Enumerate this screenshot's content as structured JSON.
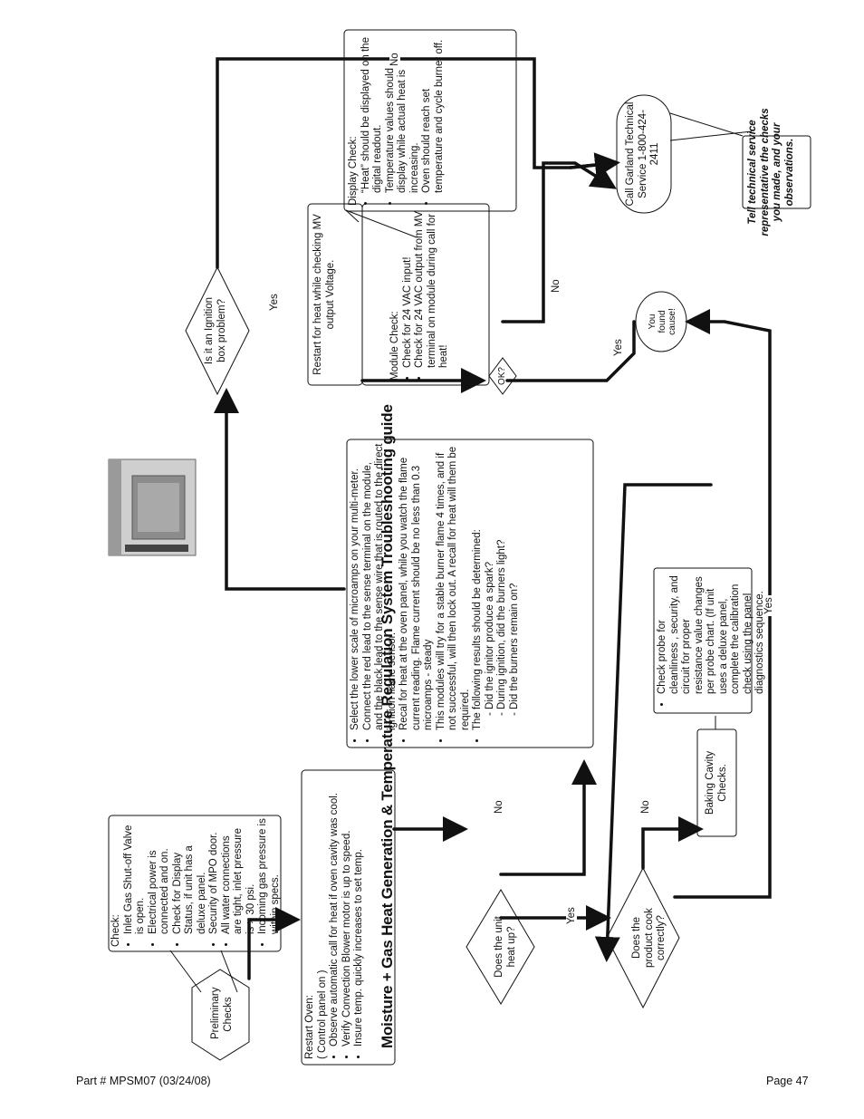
{
  "title": "Moisture + Gas Heat Generation & Temperature Regulation System Troubleshooting guide",
  "footer": {
    "part": "Part # MPSM07 (03/24/08)",
    "page": "Page 47"
  },
  "preliminary_checks": "Preliminary Checks",
  "check_box": {
    "heading": "Check:",
    "items": [
      "Inlet Gas Shut-off Valve is open.",
      "Electrical power is connected and on.",
      "Check for Display Status, if unit has a deluxe panel.",
      "Security of MPO door.",
      "All water connections are tight, inlet pressure is > 30 psi.",
      "Incoming gas pressure is within specs."
    ]
  },
  "restart_box": {
    "heading": "Restart Oven:",
    "sub": "( Control panel on )",
    "items": [
      "Observe automatic call for heat if oven cavity was cool.",
      "Verify Convection Blower motor is up to speed.",
      "Insure temp. quickly increases to set temp."
    ]
  },
  "does_heat_up": "Does the unit heat up?",
  "multimeter_box": {
    "items": [
      "Select the lower scale of microamps on your multi-meter.",
      "Connect the red lead to the sense terminal on the module, and the black lead to the sense wire that is routed to the direct ignition flame sensor.",
      "Recal for heat at the oven panel, while you watch the flame current reading. Flame current should be no less than 0.3 microamps - steady",
      "This modules will try for a stable burner flame 4 times, and if not successful, will then lock out. A recall for heat will them be required.",
      "The following results should be determined:"
    ],
    "sub_items": [
      "Did the ignitor produce a spark?",
      "During ignition, did the burners light?",
      "Did the burners remain on?"
    ]
  },
  "ignition_box_problem": "Is it an Ignition box problem?",
  "restart_mv": "Restart for heat while checking MV output Voltage.",
  "module_check": {
    "heading": "Module Check:",
    "items": [
      "Check for 24 VAC input!",
      "Check for 24 VAC output from MV terminal on module during call for heat!"
    ]
  },
  "display_check": {
    "heading": "Display Check:",
    "items": [
      "“Heat” should be displayed on the digital readout.",
      "Temperature values should display while actual heat is increasing.",
      "Oven should reach set temperature and cycle burner off."
    ]
  },
  "ok": "OK?",
  "you_found_cause": "You found cause!",
  "call_garland": "Call Garland Technical Service 1-800-424-2411",
  "tell_technical": "Tell technical service representative the checks you made, and your observations.",
  "product_cook": "Does the product cook correctly?",
  "baking_cavity": "Baking Cavity Checks.",
  "probe_check": "Check probe for cleanliness , security, and circuit for proper resistance value changes per probe chart. (If unit uses a deluxe panel, complete the calibration check using the panel diagnostics sequence.",
  "labels": {
    "yes": "Yes",
    "no": "No"
  }
}
